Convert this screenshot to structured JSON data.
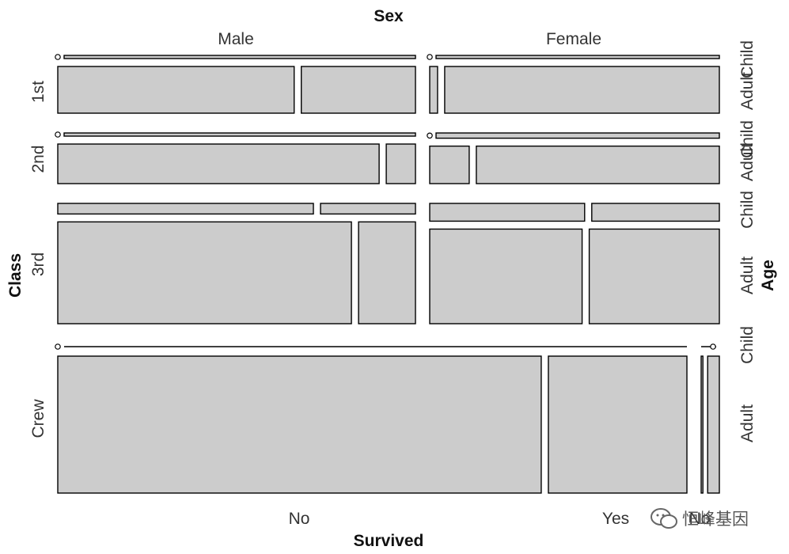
{
  "chart_data": {
    "type": "mosaic",
    "title": "",
    "xlabel": "Survived",
    "ylabel": "Class",
    "top_label": "Sex",
    "right_label": "Age",
    "x_levels": [
      "No",
      "Yes"
    ],
    "sex_levels": [
      "Male",
      "Female"
    ],
    "class_levels": [
      "1st",
      "2nd",
      "3rd",
      "Crew"
    ],
    "age_levels": [
      "Child",
      "Adult"
    ],
    "fill_color": "#cccccc",
    "border_color": "#000000",
    "cells": [
      {
        "class": "1st",
        "sex": "Male",
        "age": "Child",
        "survived": "No",
        "count": 0
      },
      {
        "class": "1st",
        "sex": "Male",
        "age": "Child",
        "survived": "Yes",
        "count": 5
      },
      {
        "class": "1st",
        "sex": "Male",
        "age": "Adult",
        "survived": "No",
        "count": 118
      },
      {
        "class": "1st",
        "sex": "Male",
        "age": "Adult",
        "survived": "Yes",
        "count": 57
      },
      {
        "class": "1st",
        "sex": "Female",
        "age": "Child",
        "survived": "No",
        "count": 0
      },
      {
        "class": "1st",
        "sex": "Female",
        "age": "Child",
        "survived": "Yes",
        "count": 1
      },
      {
        "class": "1st",
        "sex": "Female",
        "age": "Adult",
        "survived": "No",
        "count": 4
      },
      {
        "class": "1st",
        "sex": "Female",
        "age": "Adult",
        "survived": "Yes",
        "count": 140
      },
      {
        "class": "2nd",
        "sex": "Male",
        "age": "Child",
        "survived": "No",
        "count": 0
      },
      {
        "class": "2nd",
        "sex": "Male",
        "age": "Child",
        "survived": "Yes",
        "count": 11
      },
      {
        "class": "2nd",
        "sex": "Male",
        "age": "Adult",
        "survived": "No",
        "count": 154
      },
      {
        "class": "2nd",
        "sex": "Male",
        "age": "Adult",
        "survived": "Yes",
        "count": 14
      },
      {
        "class": "2nd",
        "sex": "Female",
        "age": "Child",
        "survived": "No",
        "count": 0
      },
      {
        "class": "2nd",
        "sex": "Female",
        "age": "Child",
        "survived": "Yes",
        "count": 13
      },
      {
        "class": "2nd",
        "sex": "Female",
        "age": "Adult",
        "survived": "No",
        "count": 13
      },
      {
        "class": "2nd",
        "sex": "Female",
        "age": "Adult",
        "survived": "Yes",
        "count": 80
      },
      {
        "class": "3rd",
        "sex": "Male",
        "age": "Child",
        "survived": "No",
        "count": 35
      },
      {
        "class": "3rd",
        "sex": "Male",
        "age": "Child",
        "survived": "Yes",
        "count": 13
      },
      {
        "class": "3rd",
        "sex": "Male",
        "age": "Adult",
        "survived": "No",
        "count": 387
      },
      {
        "class": "3rd",
        "sex": "Male",
        "age": "Adult",
        "survived": "Yes",
        "count": 75
      },
      {
        "class": "3rd",
        "sex": "Female",
        "age": "Child",
        "survived": "No",
        "count": 17
      },
      {
        "class": "3rd",
        "sex": "Female",
        "age": "Child",
        "survived": "Yes",
        "count": 14
      },
      {
        "class": "3rd",
        "sex": "Female",
        "age": "Adult",
        "survived": "No",
        "count": 89
      },
      {
        "class": "3rd",
        "sex": "Female",
        "age": "Adult",
        "survived": "Yes",
        "count": 76
      },
      {
        "class": "Crew",
        "sex": "Male",
        "age": "Child",
        "survived": "No",
        "count": 0
      },
      {
        "class": "Crew",
        "sex": "Male",
        "age": "Child",
        "survived": "Yes",
        "count": 0
      },
      {
        "class": "Crew",
        "sex": "Male",
        "age": "Adult",
        "survived": "No",
        "count": 670
      },
      {
        "class": "Crew",
        "sex": "Male",
        "age": "Adult",
        "survived": "Yes",
        "count": 192
      },
      {
        "class": "Crew",
        "sex": "Female",
        "age": "Child",
        "survived": "No",
        "count": 0
      },
      {
        "class": "Crew",
        "sex": "Female",
        "age": "Child",
        "survived": "Yes",
        "count": 0
      },
      {
        "class": "Crew",
        "sex": "Female",
        "age": "Adult",
        "survived": "No",
        "count": 3
      },
      {
        "class": "Crew",
        "sex": "Female",
        "age": "Adult",
        "survived": "Yes",
        "count": 20
      }
    ]
  },
  "watermark": {
    "text": "恒峰基因"
  }
}
